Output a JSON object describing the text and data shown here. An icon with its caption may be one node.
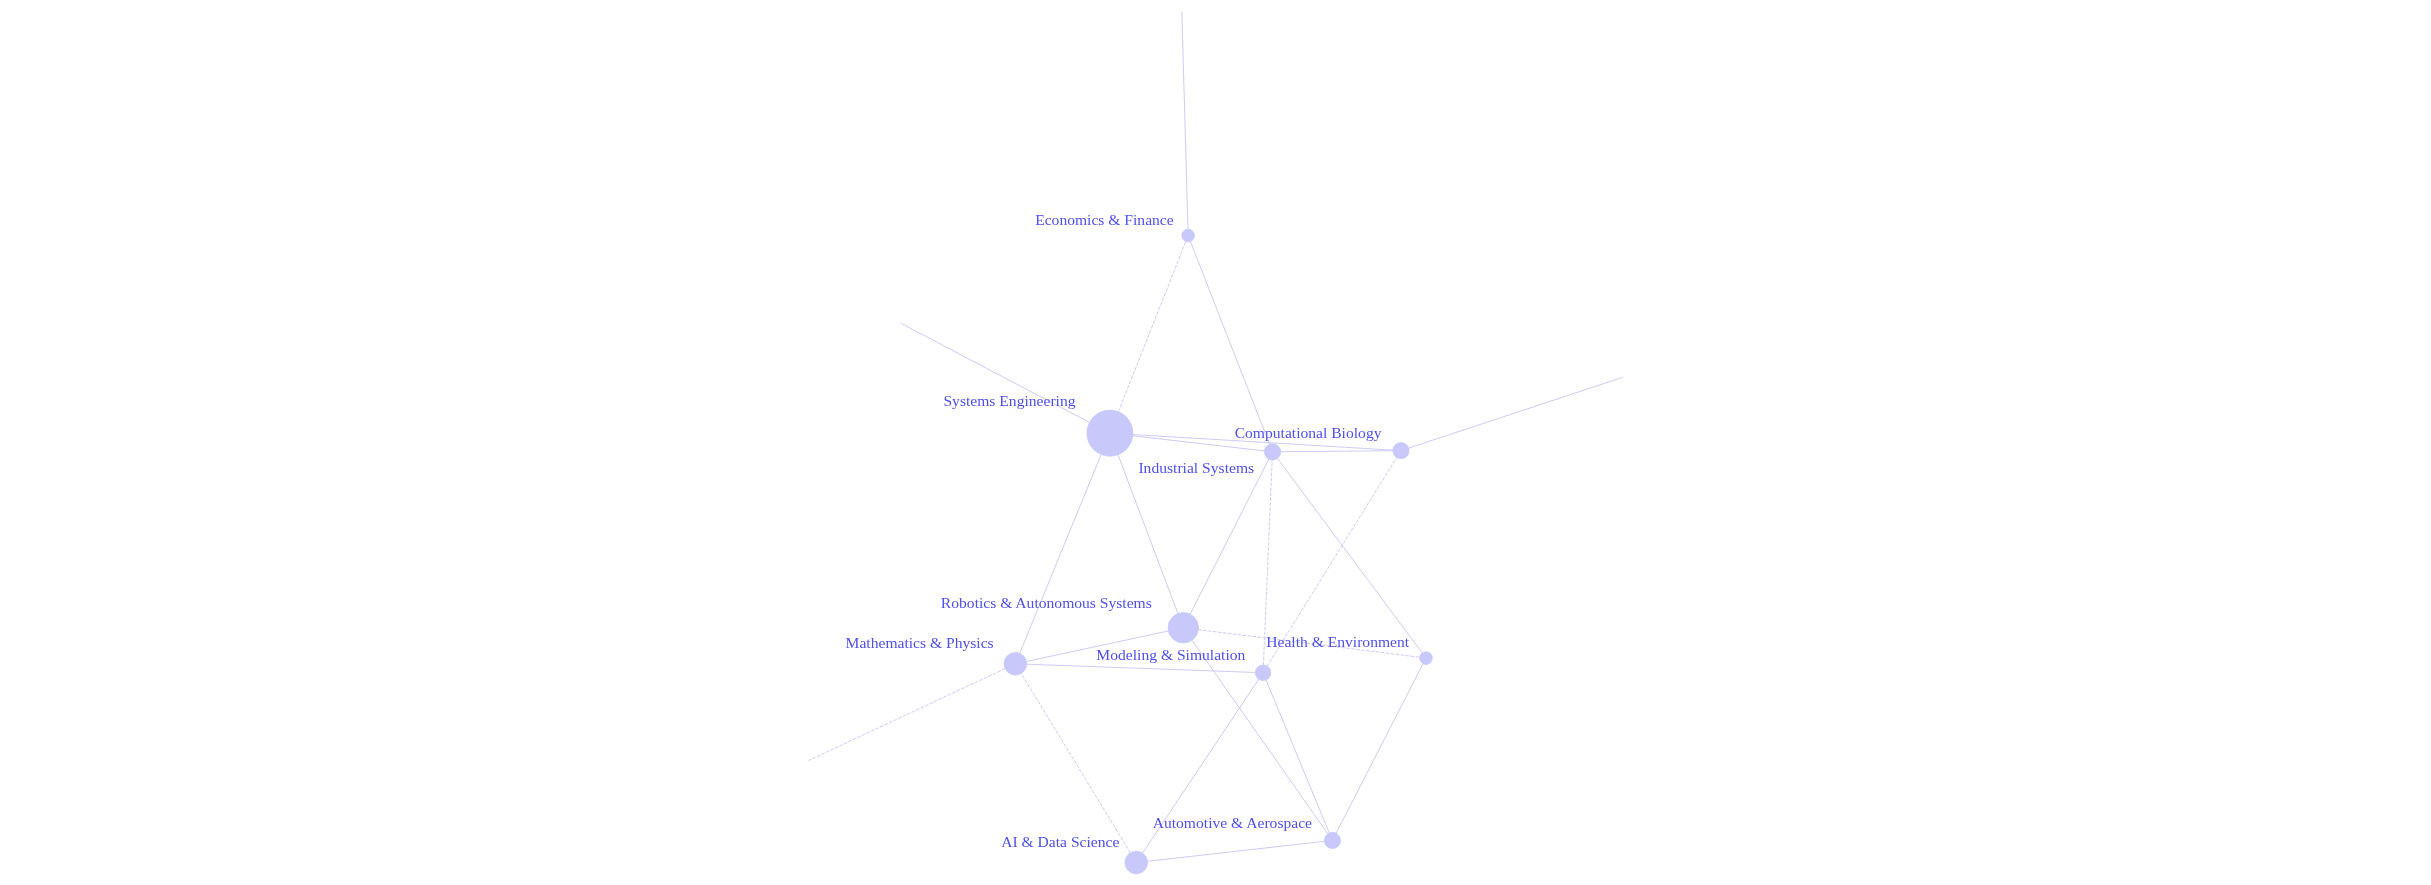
{
  "diagram": {
    "nodes": [
      {
        "text": [
          "AI & Data Science"
        ]
      },
      {
        "text": [
          "Mathematics & Physics"
        ]
      },
      {
        "text": [
          "Modeling & Simulation"
        ]
      },
      {
        "text": [
          "Computational Biology"
        ]
      },
      {
        "text": [
          "Systems Engineering"
        ]
      },
      {
        "text": [
          "Robotics & Autonomous Systems"
        ]
      },
      {
        "text": [
          "Economics & Finance"
        ]
      },
      {
        "text": [
          "Industrial Systems"
        ]
      },
      {
        "text": [
          "Automotive & Aerospace"
        ]
      },
      {
        "text": [
          "Health & Environment"
        ]
      }
    ],
    "edges": [
      {
        "from": 0,
        "to": 1,
        "arrow": "none",
        "style": "dashed"
      },
      {
        "from": 0,
        "to": 2,
        "arrow": "none"
      },
      {
        "from": 0,
        "to": 8,
        "arrow": "none"
      },
      {
        "from": 2,
        "to": 1,
        "arrow": "none"
      },
      {
        "from": 2,
        "to": 3,
        "arrow": "none",
        "style": "dashed"
      },
      {
        "from": 2,
        "to": 8,
        "arrow": "none"
      },
      {
        "from": 2,
        "to": 7,
        "arrow": "none",
        "style": "dashed"
      },
      {
        "from": 1,
        "to": 4,
        "arrow": "none"
      },
      {
        "from": 1,
        "to": 5,
        "arrow": "none"
      },
      {
        "from": 1,
        "to": null,
        "arrow": "none",
        "style": "dashed"
      },
      {
        "from": 4,
        "to": null,
        "arrow": "none"
      },
      {
        "from": 4,
        "to": 3,
        "arrow": "none"
      },
      {
        "from": 4,
        "to": 5,
        "arrow": "none"
      },
      {
        "from": 4,
        "to": 7,
        "arrow": "none"
      },
      {
        "from": 4,
        "to": 6,
        "arrow": "none",
        "style": "dashed"
      },
      {
        "from": 3,
        "to": 7,
        "arrow": "none"
      },
      {
        "from": 3,
        "to": null,
        "arrow": "none"
      },
      {
        "from": 6,
        "to": null,
        "arrow": "none"
      },
      {
        "from": 6,
        "to": 7,
        "arrow": "none"
      },
      {
        "from": 5,
        "to": 8,
        "arrow": "none"
      },
      {
        "from": 5,
        "to": 7,
        "arrow": "none"
      },
      {
        "from": 5,
        "to": 9,
        "arrow": "none",
        "style": "dashed"
      },
      {
        "from": 8,
        "to": 9,
        "arrow": "none"
      },
      {
        "from": 9,
        "to": 7,
        "arrow": "none"
      }
    ]
  }
}
